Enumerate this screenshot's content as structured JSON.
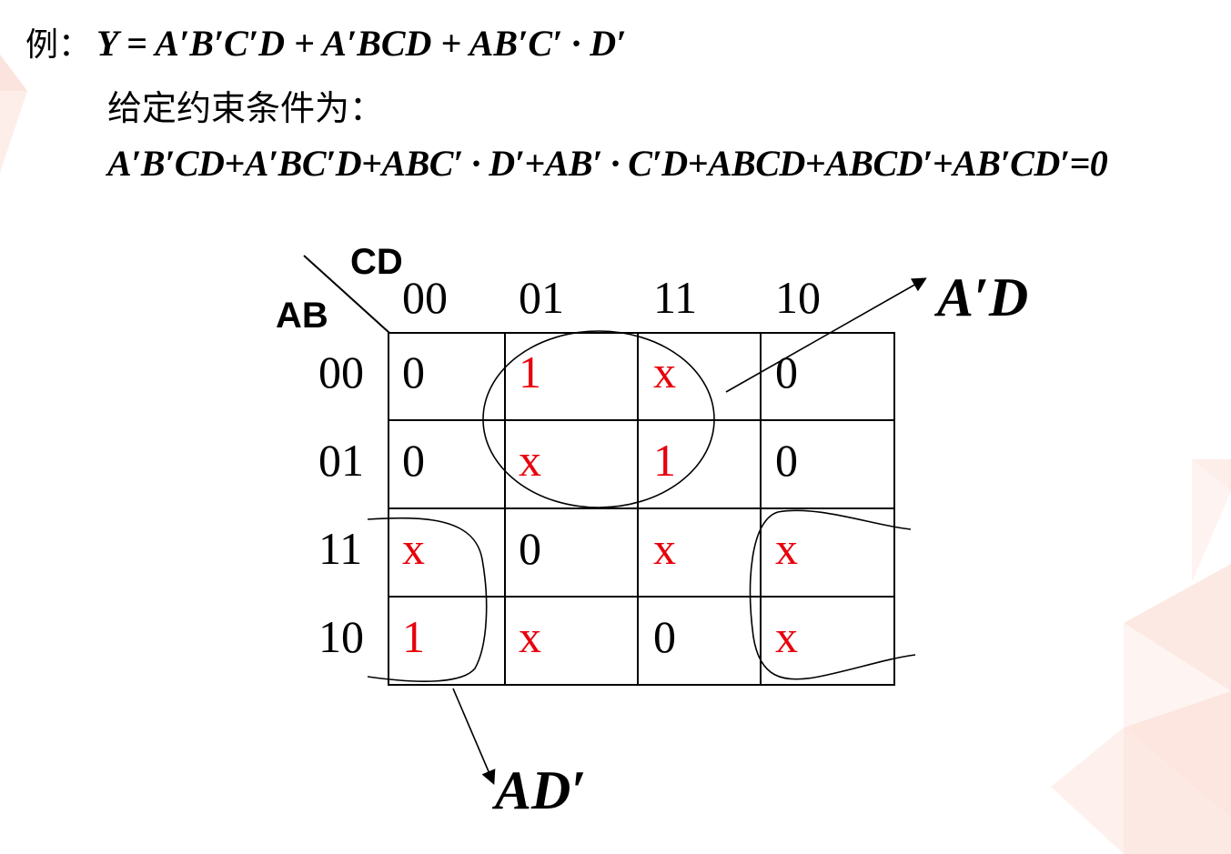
{
  "example": {
    "label": "例：",
    "equation": "Y =   A′B′C′D + A′BCD + AB′C′ · D′"
  },
  "constraint": {
    "label": "给定约束条件为：",
    "equation": "A′B′CD+A′BC′D+ABC′ · D′+AB′ · C′D+ABCD+ABCD′+AB′CD′=0"
  },
  "kmap": {
    "corner_top": "CD",
    "corner_left": "AB",
    "col_headers": [
      "00",
      "01",
      "11",
      "10"
    ],
    "row_headers": [
      "00",
      "01",
      "11",
      "10"
    ],
    "cells": [
      [
        {
          "v": "0",
          "c": "black"
        },
        {
          "v": "1",
          "c": "red"
        },
        {
          "v": "x",
          "c": "red"
        },
        {
          "v": "0",
          "c": "black"
        }
      ],
      [
        {
          "v": "0",
          "c": "black"
        },
        {
          "v": "x",
          "c": "red"
        },
        {
          "v": "1",
          "c": "red"
        },
        {
          "v": "0",
          "c": "black"
        }
      ],
      [
        {
          "v": "x",
          "c": "red"
        },
        {
          "v": "0",
          "c": "black"
        },
        {
          "v": "x",
          "c": "red"
        },
        {
          "v": "x",
          "c": "red"
        }
      ],
      [
        {
          "v": "1",
          "c": "red"
        },
        {
          "v": "x",
          "c": "red"
        },
        {
          "v": "0",
          "c": "black"
        },
        {
          "v": "x",
          "c": "red"
        }
      ]
    ],
    "term_top": "A′D",
    "term_bottom": "AD′"
  },
  "colors": {
    "red": "#e8000b",
    "black": "#000000",
    "deco": "#fbe3dd"
  }
}
